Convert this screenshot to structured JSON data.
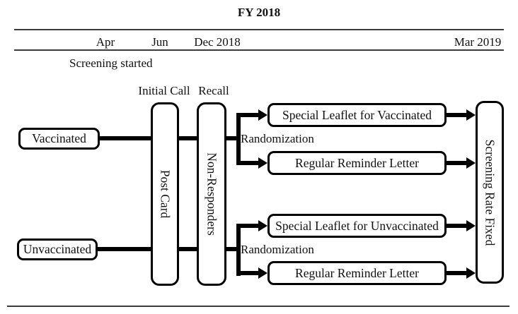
{
  "header": {
    "title": "FY 2018"
  },
  "timeline": {
    "labels": [
      "Apr",
      "Jun",
      "Dec 2018",
      "Mar 2019"
    ],
    "screening_started": "Screening started"
  },
  "stages": {
    "initial_call": "Initial Call",
    "recall": "Recall"
  },
  "nodes": {
    "vaccinated": "Vaccinated",
    "unvaccinated": "Unvaccinated",
    "post_card": "Post Card",
    "non_responders": "Non-Responders",
    "special_leaflet_vaccinated": "Special Leaflet for Vaccinated",
    "regular_reminder_letter_vaccinated": "Regular Reminder Letter",
    "special_leaflet_unvaccinated": "Special Leaflet for Unvaccinated",
    "regular_reminder_letter_unvaccinated": "Regular Reminder Letter",
    "screening_rate_fixed": "Screening Rate Fixed"
  },
  "flow": {
    "randomization_vaccinated": "Randomization",
    "randomization_unvaccinated": "Randomization"
  },
  "colors": {
    "line": "#000000",
    "rule": "#3a3a3a",
    "background": "#ffffff",
    "text": "#111111"
  }
}
